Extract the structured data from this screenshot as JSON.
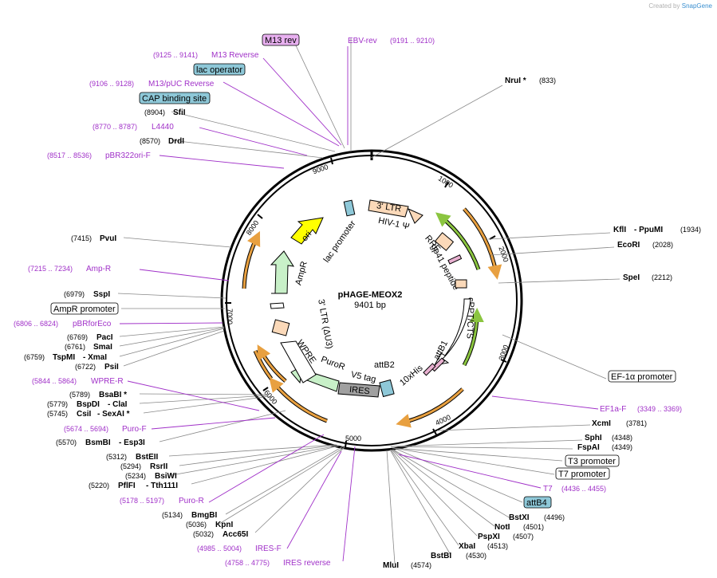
{
  "watermark": {
    "text": "Created by",
    "brand": "SnapGene"
  },
  "plasmid": {
    "name": "pHAGE-MEOX2",
    "size_label": "9401 bp"
  },
  "ticks": [
    "1000",
    "2000",
    "3000",
    "4000",
    "5000",
    "6000",
    "7000",
    "8000",
    "9000"
  ],
  "inner_labels": {
    "ltr3": "3' LTR",
    "hiv": "HIV-1 Ψ",
    "rre": "RRE",
    "gp41": "gp41 peptide",
    "cppt": "cPPT/CTS",
    "attb1": "attB1",
    "his": "10xHis",
    "attb2": "attB2",
    "v5": "V5 tag",
    "ires": "IRES",
    "puror": "PuroR",
    "wpre": "WPRE",
    "ltr3b": "3' LTR (ΔU3)",
    "ampr": "AmpR",
    "ori": "ori",
    "lac": "lac promoter"
  },
  "features_boxed": {
    "m13rev": "M13 rev",
    "lacop": "lac operator",
    "cap": "CAP binding site",
    "ampprom": "AmpR promoter",
    "ef1a": "EF-1α promoter",
    "t3": "T3 promoter",
    "t7": "T7 promoter",
    "attb4": "attB4"
  },
  "enzymes": {
    "nrui": {
      "name": "NruI *",
      "pos": "(833)"
    },
    "kfli": {
      "name": "KflI",
      "name2": "- PpuMI",
      "pos": "(1934)"
    },
    "ecori": {
      "name": "EcoRI",
      "pos": "(2028)"
    },
    "spei": {
      "name": "SpeI",
      "pos": "(2212)"
    },
    "xcmi": {
      "name": "XcmI",
      "pos": "(3781)"
    },
    "sphi": {
      "name": "SphI",
      "pos": "(4348)"
    },
    "fspai": {
      "name": "FspAI",
      "pos": "(4349)"
    },
    "bstxi": {
      "name": "BstXI",
      "pos": "(4496)"
    },
    "noti": {
      "name": "NotI",
      "pos": "(4501)"
    },
    "pspxi": {
      "name": "PspXI",
      "pos": "(4507)"
    },
    "xbai": {
      "name": "XbaI",
      "pos": "(4513)"
    },
    "bstbi": {
      "name": "BstBI",
      "pos": "(4530)"
    },
    "mlui": {
      "name": "MluI",
      "pos": "(4574)"
    },
    "sfii": {
      "name": "SfiI",
      "pos": "(8904)"
    },
    "drdi": {
      "name": "DrdI",
      "pos": "(8570)"
    },
    "pvui": {
      "name": "PvuI",
      "pos": "(7415)"
    },
    "sspi": {
      "name": "SspI",
      "pos": "(6979)"
    },
    "paci": {
      "name": "PacI",
      "pos": "(6769)"
    },
    "smai": {
      "name": "SmaI",
      "pos": "(6761)"
    },
    "tspmi": {
      "name": "TspMI",
      "name2": "- XmaI",
      "pos": "(6759)"
    },
    "psii": {
      "name": "PsiI",
      "pos": "(6722)"
    },
    "bsabi": {
      "name": "BsaBI *",
      "pos": "(5789)"
    },
    "bspdi": {
      "name": "BspDI",
      "name2": "- ClaI",
      "pos": "(5779)"
    },
    "csii": {
      "name": "CsiI",
      "name2": "- SexAI *",
      "pos": "(5745)"
    },
    "bsmbi": {
      "name": "BsmBI",
      "name2": "- Esp3I",
      "pos": "(5570)"
    },
    "bsteii": {
      "name": "BstEII",
      "pos": "(5312)"
    },
    "rsrii": {
      "name": "RsrII",
      "pos": "(5294)"
    },
    "bsiwi": {
      "name": "BsiWI",
      "pos": "(5234)"
    },
    "pflfi": {
      "name": "PflFI",
      "name2": "- Tth111I",
      "pos": "(5220)"
    },
    "bmgbi": {
      "name": "BmgBI",
      "pos": "(5134)"
    },
    "kpni": {
      "name": "KpnI",
      "pos": "(5036)"
    },
    "acc65i": {
      "name": "Acc65I",
      "pos": "(5032)"
    }
  },
  "primers": {
    "ebv": {
      "name": "EBV-rev",
      "pos": "(9191 .. 9210)"
    },
    "m13r": {
      "name": "M13 Reverse",
      "pos": "(9125 .. 9141)"
    },
    "m13puc": {
      "name": "M13/pUC Reverse",
      "pos": "(9106 .. 9128)"
    },
    "l4440": {
      "name": "L4440",
      "pos": "(8770 .. 8787)"
    },
    "pbr": {
      "name": "pBR322ori-F",
      "pos": "(8517 .. 8536)"
    },
    "ampr": {
      "name": "Amp-R",
      "pos": "(7215 .. 7234)"
    },
    "pbrfor": {
      "name": "pBRforEco",
      "pos": "(6806 .. 6824)"
    },
    "wprer": {
      "name": "WPRE-R",
      "pos": "(5844 .. 5864)"
    },
    "purof": {
      "name": "Puro-F",
      "pos": "(5674 .. 5694)"
    },
    "puror": {
      "name": "Puro-R",
      "pos": "(5178 .. 5197)"
    },
    "iresf": {
      "name": "IRES-F",
      "pos": "(4985 .. 5004)"
    },
    "iresrev": {
      "name": "IRES reverse",
      "pos": "(4758 .. 4775)"
    },
    "ef1af": {
      "name": "EF1a-F",
      "pos": "(3349 .. 3369)"
    },
    "t7": {
      "name": "T7",
      "pos": "(4436 .. 4455)"
    }
  },
  "colors": {
    "backbone": "#000000",
    "primer": "#a030c8",
    "feature_orange": "#e8a040",
    "feature_green": "#8bc540",
    "ltr": "#fbd9b9",
    "ampr": "#c8f0c8",
    "ori": "#ffff00",
    "ires": "#a0a0a0",
    "box_blue": "#8ec8d8",
    "box_purple": "#e8b0f0"
  }
}
